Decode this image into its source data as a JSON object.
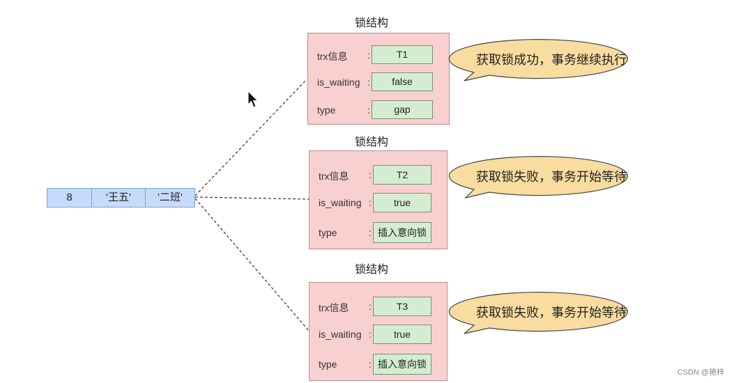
{
  "record": {
    "cells": [
      "8",
      "'王五'",
      "'二班'"
    ]
  },
  "lock_structures": [
    {
      "title": "锁结构",
      "fields": [
        {
          "label": "trx信息",
          "value": "T1"
        },
        {
          "label": "is_waiting",
          "value": "false"
        },
        {
          "label": "type",
          "value": "gap"
        }
      ],
      "bubble": "获取锁成功，事务继续执行"
    },
    {
      "title": "锁结构",
      "fields": [
        {
          "label": "trx信息",
          "value": "T2"
        },
        {
          "label": "is_waiting",
          "value": "true"
        },
        {
          "label": "type",
          "value": "插入意向锁"
        }
      ],
      "bubble": "获取锁失败，事务开始等待"
    },
    {
      "title": "锁结构",
      "fields": [
        {
          "label": "trx信息",
          "value": "T3"
        },
        {
          "label": "is_waiting",
          "value": "true"
        },
        {
          "label": "type",
          "value": "插入意向锁"
        }
      ],
      "bubble": "获取锁失败，事务开始等待"
    }
  ],
  "colon": ":",
  "watermark": "CSDN @艳梓",
  "colors": {
    "record_fill": "#c6dbfb",
    "lock_fill": "#f8d0cf",
    "field_fill": "#d4edd1",
    "bubble_fill": "#f8dca0"
  }
}
